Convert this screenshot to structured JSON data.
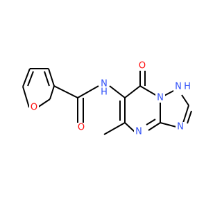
{
  "structure": {
    "colors": {
      "carbon": "#000000",
      "oxygen": "#ff0d0d",
      "nitrogen": "#3050f8",
      "background": "#ffffff"
    },
    "atoms": {
      "furan_o": {
        "label": "O",
        "element": "oxygen"
      },
      "carbonyl_o": {
        "label": "O",
        "element": "oxygen"
      },
      "amide_n": {
        "label": "N",
        "element": "nitrogen"
      },
      "amide_h": {
        "label": "H",
        "element": "nitrogen"
      },
      "keto_o": {
        "label": "O",
        "element": "oxygen"
      },
      "ring_n5": {
        "label": "N",
        "element": "nitrogen"
      },
      "ring_n4": {
        "label": "N",
        "element": "nitrogen"
      },
      "ring_n3": {
        "label": "N",
        "element": "nitrogen"
      },
      "ring_n1": {
        "label": "N",
        "element": "nitrogen"
      },
      "ring_nh_h": {
        "label": "H",
        "element": "nitrogen"
      }
    }
  }
}
